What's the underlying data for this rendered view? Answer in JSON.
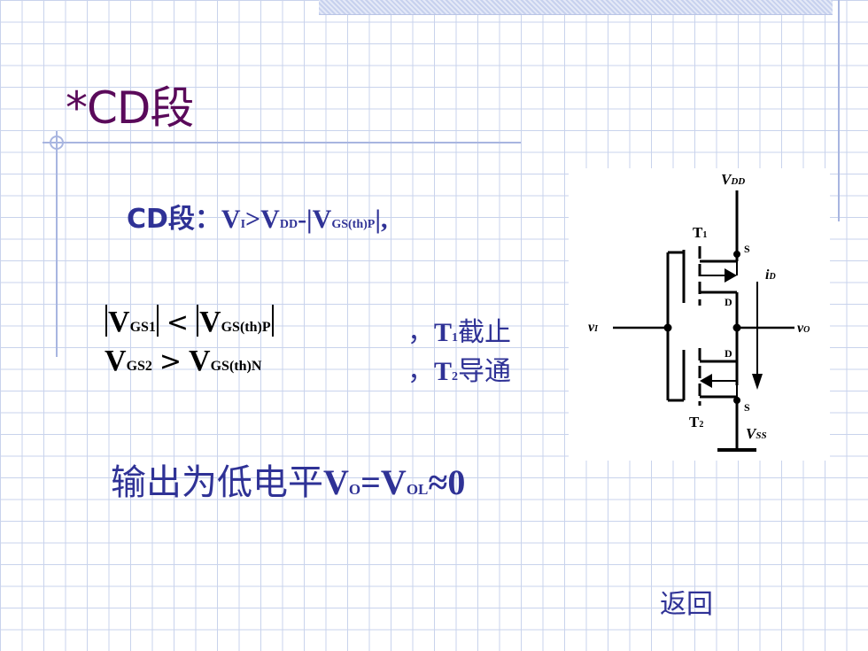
{
  "title": "*CD段",
  "condition": {
    "prefix": "CD段：",
    "v1": "V",
    "v1_sub": "I",
    "gt": ">",
    "v2": "V",
    "v2_sub": "DD",
    "minus": "-|",
    "v3": "V",
    "v3_sub": "GS(th)P",
    "suffix": "|,"
  },
  "equations": [
    {
      "lhs": "V",
      "lhs_sub": "GS1",
      "op": "<",
      "rhs": "V",
      "rhs_sub": "GS(th)P",
      "abs": true,
      "sep": "，",
      "t": "T",
      "t_sub": "1",
      "state": "截止"
    },
    {
      "lhs": "V",
      "lhs_sub": "GS2",
      "op": ">",
      "rhs": "V",
      "rhs_sub": "GS(th)N",
      "abs": false,
      "sep": "，",
      "t": "T",
      "t_sub": "2",
      "state": "导通"
    }
  ],
  "output": {
    "text": "输出为低电平",
    "v1": "V",
    "v1_sub": "O",
    "eq": "=",
    "v2": "V",
    "v2_sub": "OL",
    "approx": "≈0"
  },
  "circuit": {
    "vdd": "V",
    "vdd_sub": "DD",
    "t1": "T",
    "t1_sub": "1",
    "t2": "T",
    "t2_sub": "2",
    "s_top": "S",
    "d_top": "D",
    "d_bot": "D",
    "s_bot": "S",
    "id": "i",
    "id_sub": "D",
    "vi": "v",
    "vi_sub": "I",
    "vo": "v",
    "vo_sub": "O",
    "vss": "V",
    "vss_sub": "SS"
  },
  "back_link": "返回",
  "colors": {
    "title": "#5a0a5a",
    "text_blue": "#2f3296",
    "grid": "#c9d3ec"
  }
}
